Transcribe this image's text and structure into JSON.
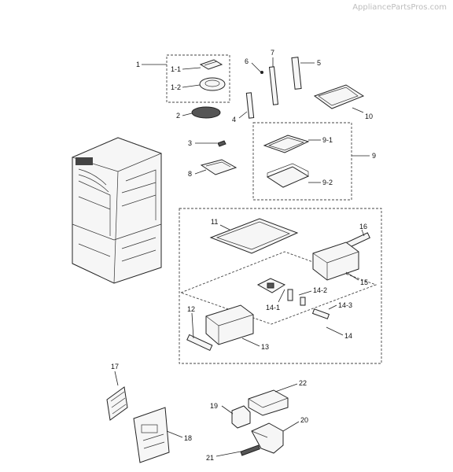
{
  "watermark": "AppliancePartsPros.com",
  "labels": {
    "l1": "1",
    "l1_1": "1-1",
    "l1_2": "1-2",
    "l2": "2",
    "l3": "3",
    "l4": "4",
    "l5": "5",
    "l6": "6",
    "l7": "7",
    "l8": "8",
    "l9": "9",
    "l9_1": "9-1",
    "l9_2": "9-2",
    "l10": "10",
    "l11": "11",
    "l12": "12",
    "l13": "13",
    "l14": "14",
    "l14_1": "14-1",
    "l14_2": "14-2",
    "l14_3": "14-3",
    "l15": "15",
    "l16": "16",
    "l17": "17",
    "l18": "18",
    "l19": "19",
    "l20": "20",
    "l21": "21",
    "l22": "22"
  }
}
